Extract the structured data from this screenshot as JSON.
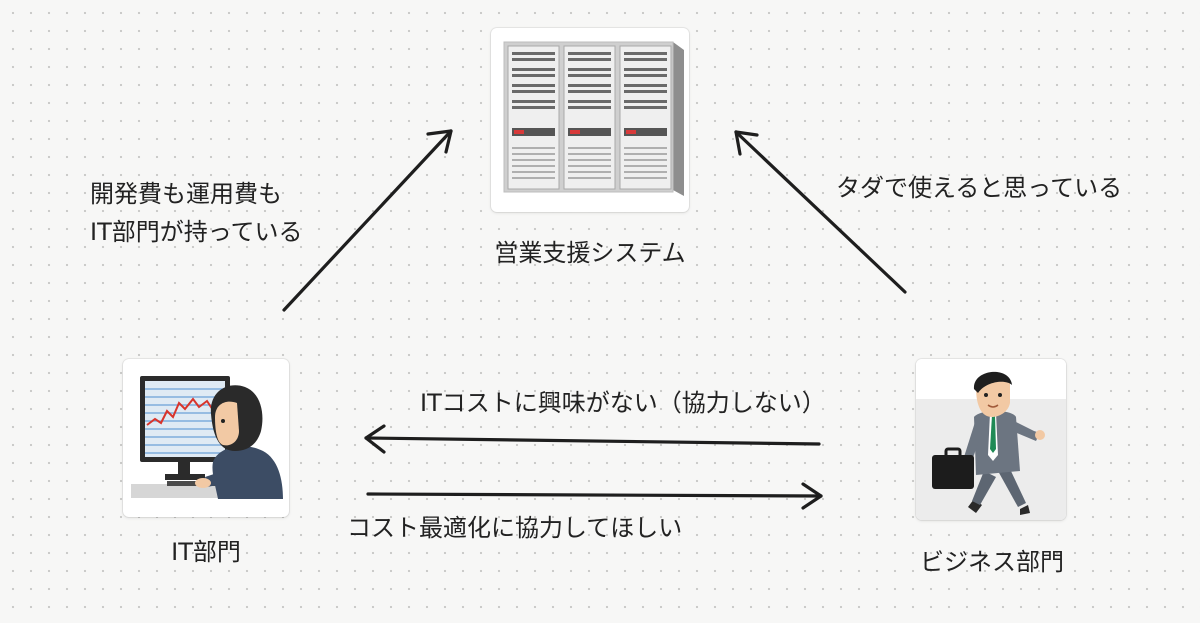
{
  "nodes": {
    "server": {
      "label": "営業支援システム",
      "icon": "server-rack-icon"
    },
    "it": {
      "label": "IT部門",
      "icon": "it-worker-at-computer-icon"
    },
    "business": {
      "label": "ビジネス部門",
      "icon": "running-businessman-icon"
    }
  },
  "edges": {
    "it_to_server": {
      "label_lines": [
        "開発費も運用費も",
        "IT部門が持っている"
      ]
    },
    "business_to_server": {
      "label": "タダで使えると思っている"
    },
    "business_to_it": {
      "label": "ITコストに興味がない（協力しない）"
    },
    "it_to_business": {
      "label": "コスト最適化に協力してほしい"
    }
  },
  "colors": {
    "arrow": "#1e1e1e",
    "background": "#f7f7f6",
    "card": "#ffffff"
  }
}
